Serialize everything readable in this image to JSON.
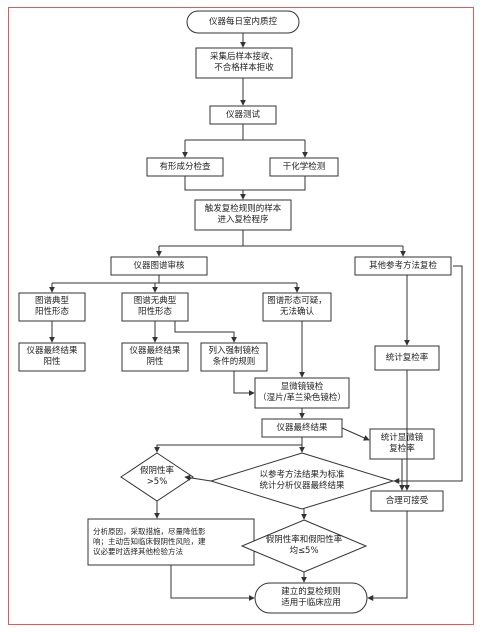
{
  "nodes": {
    "start": "仪器每日室内质控",
    "collect": "采集后样本接收、\n不合格样本拒收",
    "test": "仪器测试",
    "formed": "有形成分检查",
    "drychem": "干化学检测",
    "trigger": "触发复检规则的样本\n进入复检程序",
    "graph_review": "仪器图谱审核",
    "other_method": "其他参考方法复检",
    "typical": "图谱典型\n阳性形态",
    "atypical": "图谱无典型\n阳性形态",
    "suspicious": "图谱形态可疑，\n无法确认",
    "final_pos": "仪器最终结果\n阳性",
    "final_neg": "仪器最终结果\n阴性",
    "mandatory": "列入强制镜检\n条件的规则",
    "count_rate": "统计复检率",
    "microscopy": "显微镜镜检\n（湿片/革兰染色镜检）",
    "instrument_final": "仪器最终结果",
    "count_microscopy": "统计显微镜\n复检率",
    "fp_gt5": "假阴性率\n>5%",
    "compare": "以参考方法结果为标准\n统计分析仪器最终结果",
    "acceptable": "合理可接受",
    "analyze": "分析原因，采取措施，尽量降低影\n响；主动告知临床假阴性风险，建\n议必要时选择其他检验方法",
    "fp_le5": "假阴性率和假阳性率\n均≤5%",
    "end": "建立的复检规则\n适用于临床应用"
  },
  "colors": {
    "frame": "#e05a5a",
    "stroke": "#333333"
  }
}
